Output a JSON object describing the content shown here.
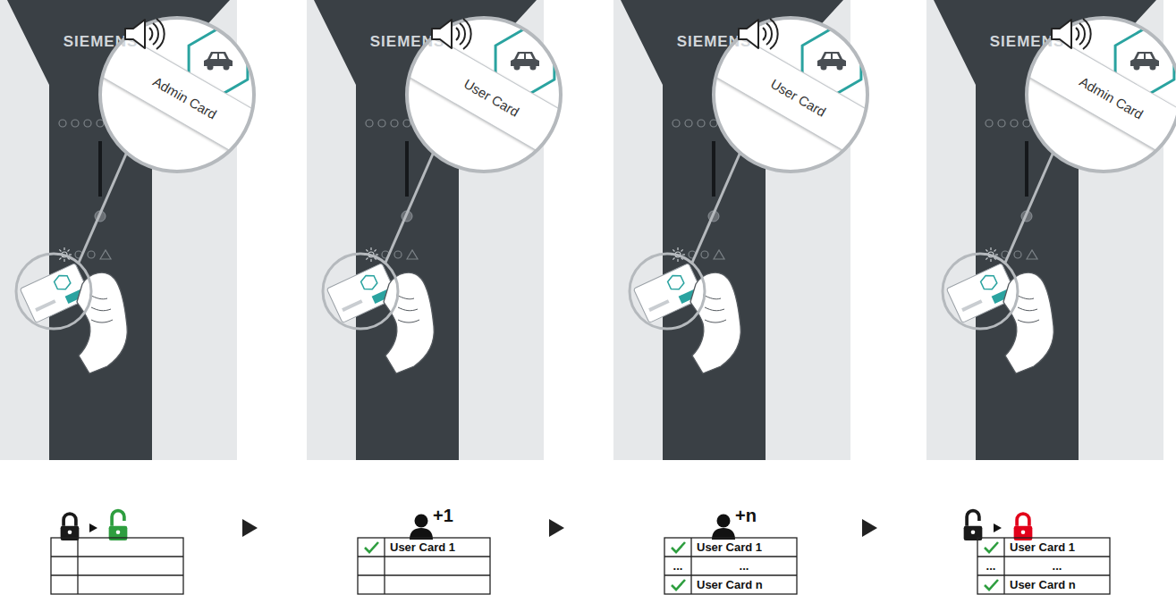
{
  "diagram": {
    "nodes": [
      {
        "text": [
          "SIEMENS"
        ]
      },
      {
        "text": [
          "Admin Card"
        ]
      },
      {
        "text": [
          "SIEMENS"
        ]
      },
      {
        "text": [
          "User Card"
        ]
      },
      {
        "text": [
          "SIEMENS"
        ]
      },
      {
        "text": [
          "User Card"
        ]
      },
      {
        "text": [
          "SIEMENS"
        ]
      },
      {
        "text": [
          "Admin Card"
        ]
      }
    ],
    "labels": [
      "+1",
      "User Card 1",
      "+n",
      "User Card 1",
      "...",
      "...",
      "User Card n",
      "User Card 1",
      "...",
      "...",
      "User Card n"
    ]
  }
}
